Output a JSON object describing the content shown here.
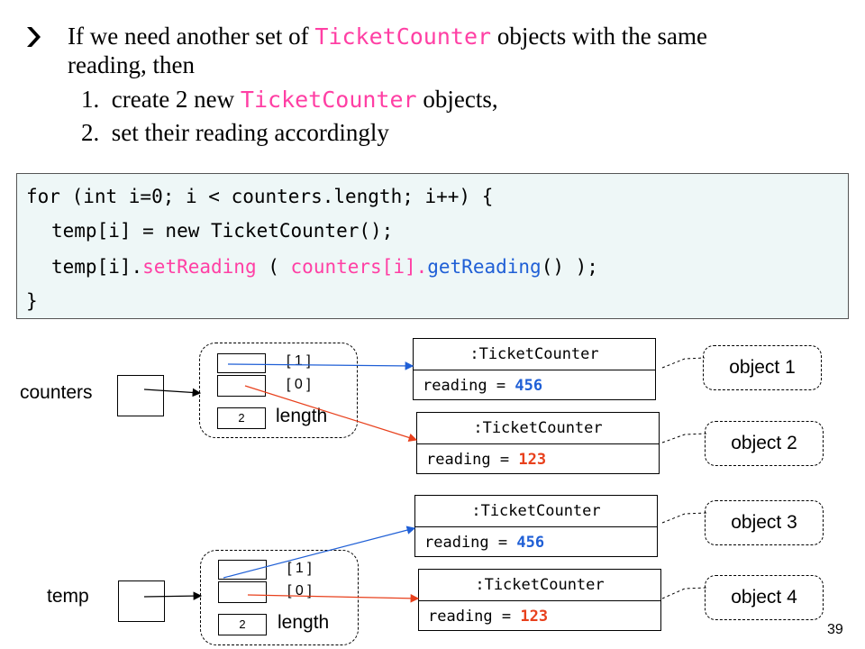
{
  "bullets": {
    "line1_pre": "If we need another set of",
    "line1_code": "TicketCounter",
    "line1_post": "objects with the same",
    "line2": "reading, then",
    "item1_num": "1.",
    "item1_pre": "create 2 new",
    "item1_code": "TicketCounter",
    "item1_post": "objects,",
    "item2_num": "2.",
    "item2_text": "set their reading accordingly"
  },
  "code": {
    "line1": "for (int i=0; i < counters.length; i++) {",
    "line2": "temp[i] = new TicketCounter();",
    "line3_a": "temp[i].",
    "line3_b": "setReading",
    "line3_c": " (  ",
    "line3_d": "counters[i].",
    "line3_e": "getReading",
    "line3_f": "()  );",
    "line4": "}"
  },
  "diagram": {
    "counters_label": "counters",
    "temp_label": "temp",
    "index1": "[ 1 ]",
    "index0": "[ 0 ]",
    "length_label": "length",
    "length_value": "2",
    "objects": [
      {
        "title": ":TicketCounter",
        "reading_label": "reading = ",
        "value": "456",
        "callout": "object 1"
      },
      {
        "title": ":TicketCounter",
        "reading_label": "reading = ",
        "value": "123",
        "callout": "object 2"
      },
      {
        "title": ":TicketCounter",
        "reading_label": "reading = ",
        "value": "456",
        "callout": "object 3"
      },
      {
        "title": ":TicketCounter",
        "reading_label": "reading = ",
        "value": "123",
        "callout": "object 4"
      }
    ]
  },
  "page_number": "39",
  "colors": {
    "pink": "#ff3fa4",
    "blue": "#1f5fd6",
    "red": "#e8401c",
    "code_bg": "#eef7f7"
  }
}
